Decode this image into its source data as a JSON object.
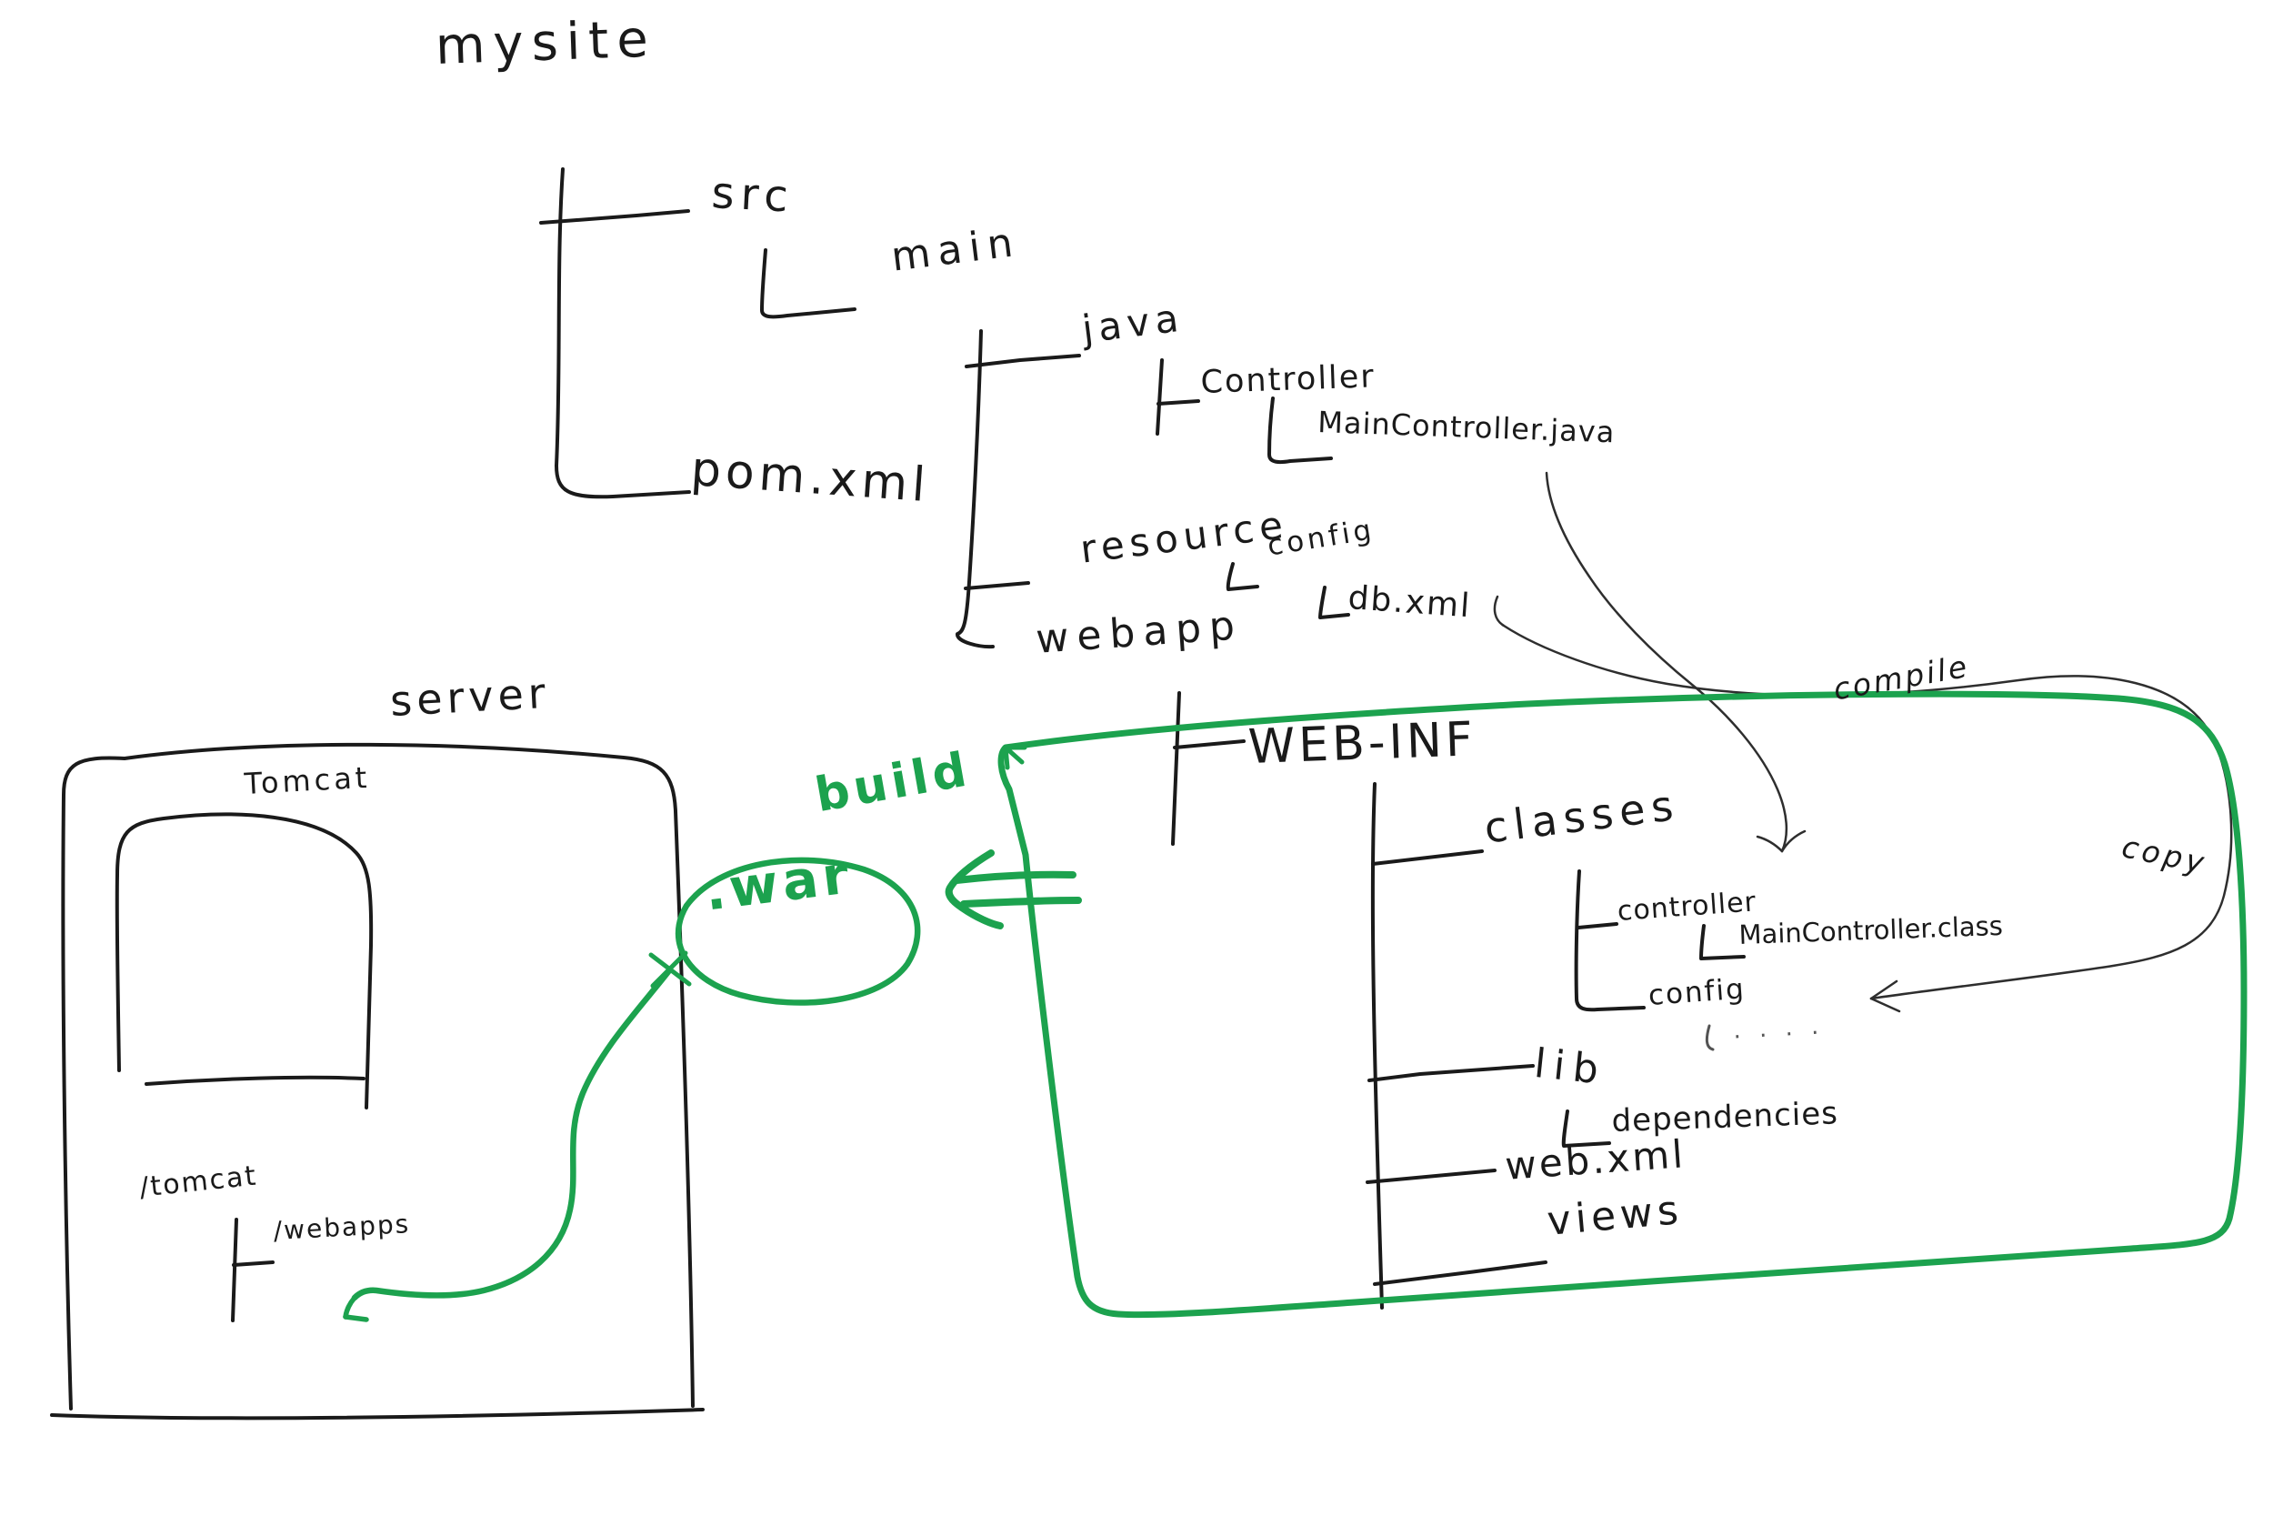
{
  "diagram_title": "mysite maven project build and deploy sketch",
  "colors": {
    "ink": "#1a1a1a",
    "accent_green": "#1ca24e"
  },
  "project": {
    "root": "mysite",
    "src": "src",
    "main": "main",
    "java": "java",
    "controller": "Controller",
    "main_controller_java": "MainController.java",
    "pom_xml": "pom.xml",
    "resource": "resource",
    "config": "config",
    "db_xml": "db.xml",
    "webapp": "webapp"
  },
  "build_flow": {
    "build": "build",
    "war": ".war",
    "compile": "compile",
    "copy": "copy"
  },
  "war_contents": {
    "web_inf": "WEB-INF",
    "classes": "classes",
    "controller": "controller",
    "main_controller_class": "MainController.class",
    "config": "config",
    "config_more": "· · · ·",
    "lib": "lib",
    "dependencies": "dependencies",
    "web_xml": "web.xml",
    "views": "views"
  },
  "server": {
    "label": "server",
    "tomcat": "Tomcat",
    "tomcat_dir": "/tomcat",
    "webapps_dir": "/webapps"
  }
}
